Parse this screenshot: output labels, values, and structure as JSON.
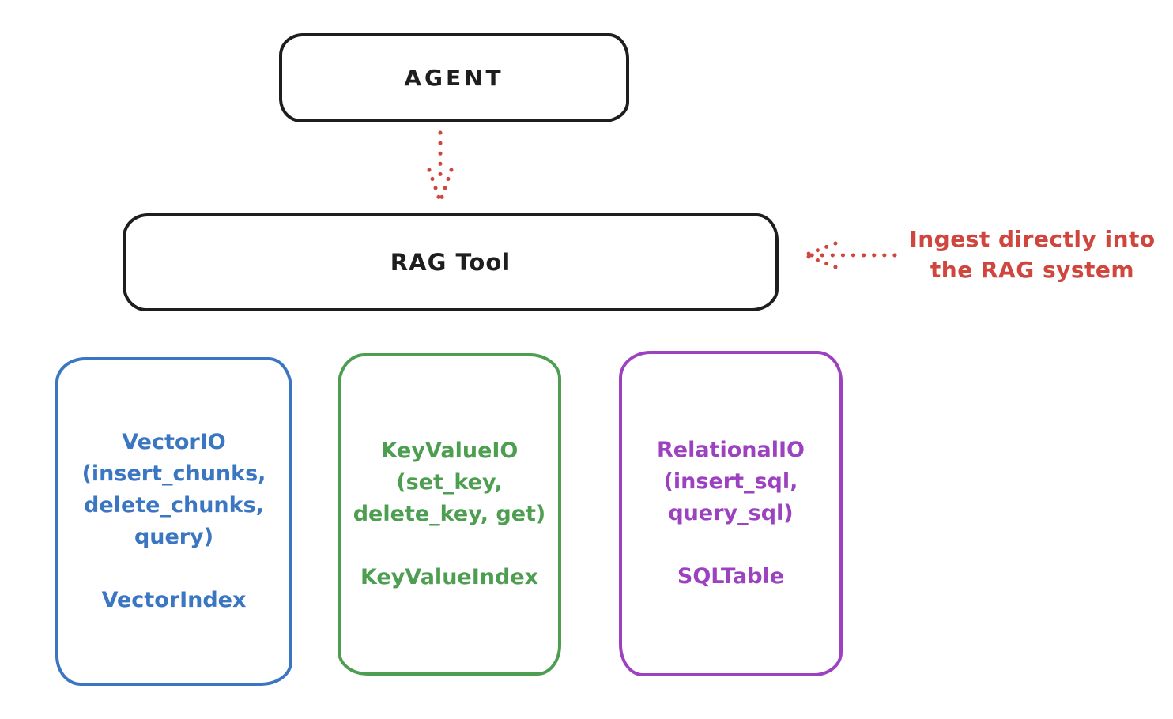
{
  "agent": {
    "label": "AGENT"
  },
  "rag_tool": {
    "label": "RAG Tool"
  },
  "ingest_note": {
    "lines": [
      "Ingest directly into",
      "the RAG system"
    ]
  },
  "io_boxes": [
    {
      "name": "vector-io",
      "title_lines": [
        "VectorIO",
        "(insert_chunks,",
        "delete_chunks,",
        "query)"
      ],
      "index_label": "VectorIndex",
      "color": "#3a76c2"
    },
    {
      "name": "keyvalue-io",
      "title_lines": [
        "KeyValueIO",
        "(set_key,",
        "delete_key, get)"
      ],
      "index_label": "KeyValueIndex",
      "color": "#4e9e52"
    },
    {
      "name": "relational-io",
      "title_lines": [
        "RelationalIO",
        "(insert_sql,",
        "query_sql)"
      ],
      "index_label": "SQLTable",
      "color": "#9c42c0"
    }
  ],
  "icons": {
    "agent_to_rag": "dotted-down-arrow-icon",
    "ingest_pointer": "dotted-left-arrow-icon"
  },
  "colors": {
    "stroke_black": "#1e1e1e",
    "annotation_red": "#cf463e",
    "vector_blue": "#3a76c2",
    "keyvalue_green": "#4e9e52",
    "relational_purple": "#9c42c0",
    "background": "#ffffff"
  }
}
